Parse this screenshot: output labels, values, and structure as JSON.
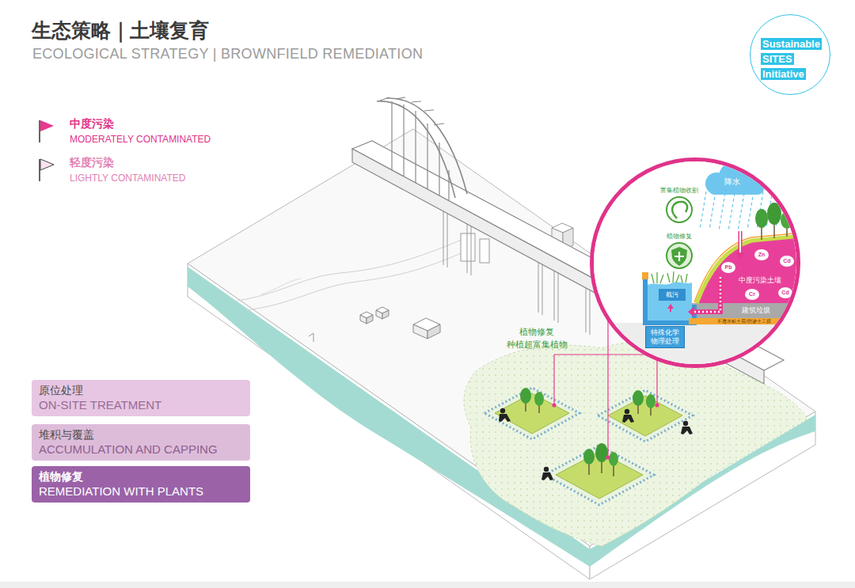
{
  "diagram": {
    "title": "生态策略｜土壤复育",
    "nodes": [
      {
        "text": [
          "Sustainable SITES Initiative"
        ]
      },
      {
        "text": [
          "降水"
        ]
      },
      {
        "text": [
          "中度污染土壤"
        ]
      },
      {
        "text": [
          "Pb"
        ],
        "in": 2
      },
      {
        "text": [
          "Zn"
        ],
        "in": 2
      },
      {
        "text": [
          "Cd"
        ],
        "in": 2
      },
      {
        "text": [
          "Cr"
        ],
        "in": 2
      },
      {
        "text": [
          "Cd"
        ],
        "in": 2
      },
      {
        "text": [
          "截污"
        ]
      },
      {
        "text": [
          "建筑垃圾"
        ]
      },
      {
        "text": [
          "不透水粘土层/防渗土工膜"
        ]
      },
      {
        "text": [
          "特殊化学 物理处理"
        ]
      },
      {
        "text": [
          "原位处理",
          "ON-SITE TREATMENT"
        ]
      },
      {
        "text": [
          "堆积与覆盖",
          "ACCUMULATION AND CAPPING"
        ]
      },
      {
        "text": [
          "植物修复",
          "REMEDIATION WITH PLANTS"
        ]
      }
    ],
    "labels": [
      "ECOLOGICAL STRATEGY | BROWNFIELD REMEDIATION",
      "MODERATELY CONTAMINATED",
      "LIGHTLY CONTAMINATED",
      "富集植物收割",
      "植物修复",
      "植物修复",
      "种植超富集植物"
    ],
    "legend": [
      {
        "text": "中度污染"
      },
      {
        "text": "轻度污染"
      }
    ]
  }
}
